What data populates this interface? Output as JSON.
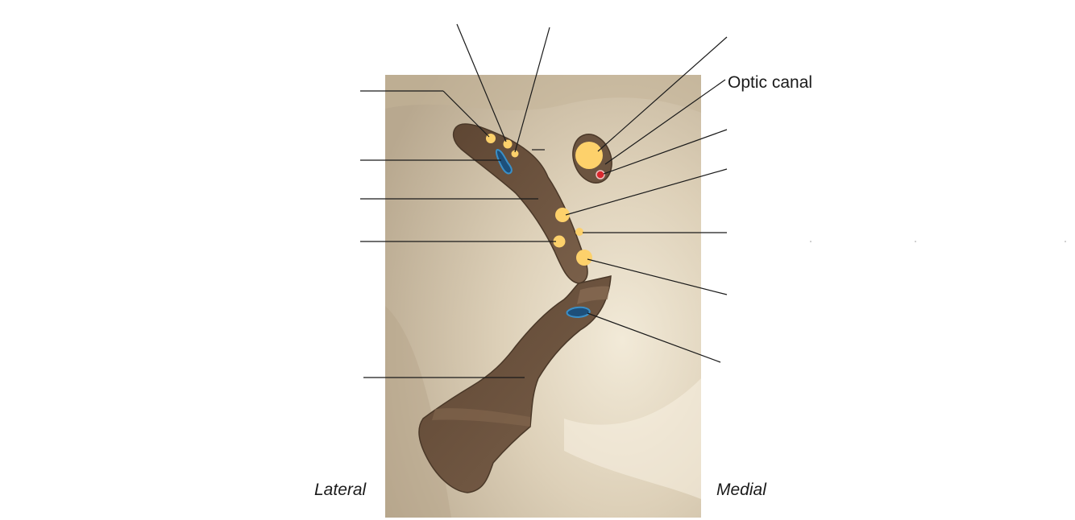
{
  "labels": {
    "optic_canal": "Optic canal",
    "lateral": "Lateral",
    "medial": "Medial"
  },
  "colors": {
    "background_tissue": "#cdbfa8",
    "fissure": "#6b5440",
    "nerve": "#fdd16b",
    "vein": "#3a8fc7",
    "artery": "#d8282e",
    "leader_line": "#1a1a1a"
  }
}
